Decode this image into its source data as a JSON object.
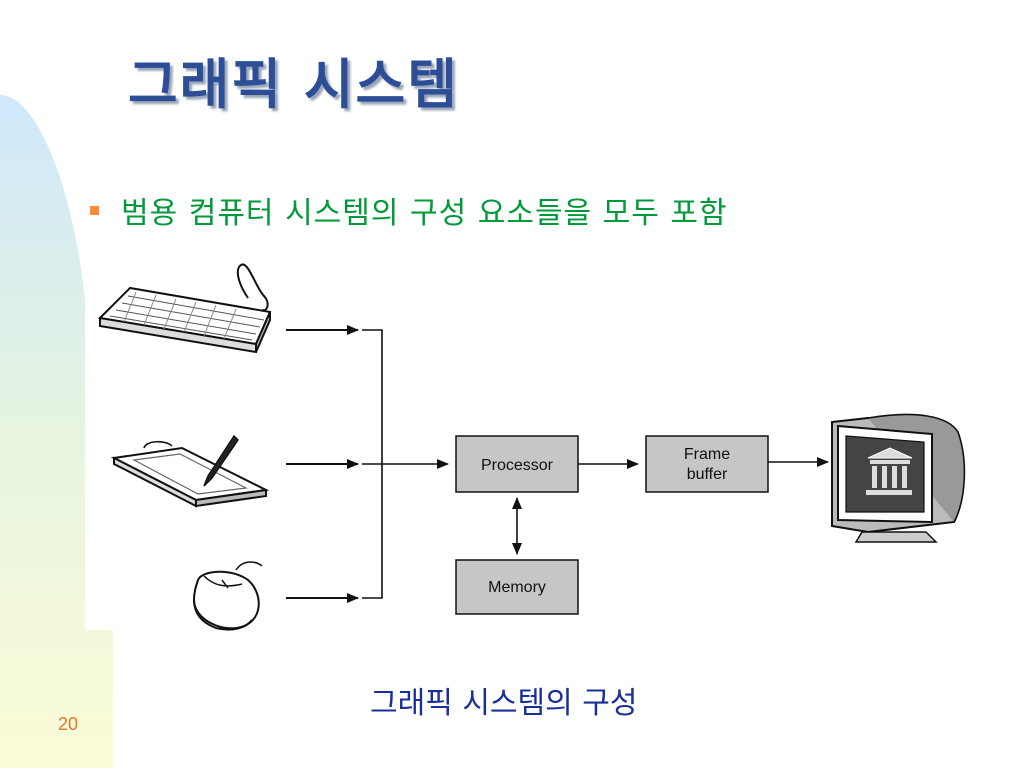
{
  "slide": {
    "title": "그래픽 시스템",
    "bullet": "범용 컴퓨터 시스템의 구성 요소들을 모두 포함",
    "caption": "그래픽 시스템의 구성",
    "page_number": "20"
  },
  "diagram": {
    "processor_label": "Processor",
    "frame_label_1": "Frame",
    "frame_label_2": "buffer",
    "memory_label": "Memory",
    "input_devices": [
      "keyboard-icon",
      "tablet-icon",
      "mouse-icon"
    ],
    "output_device": "monitor-icon"
  },
  "colors": {
    "title": "#2d4e96",
    "bullet_text": "#009a3a",
    "bullet_mark": "#ff8a3a",
    "caption": "#1a2f9a",
    "page_number": "#e07a2a",
    "box_fill": "#c6c6c6"
  }
}
